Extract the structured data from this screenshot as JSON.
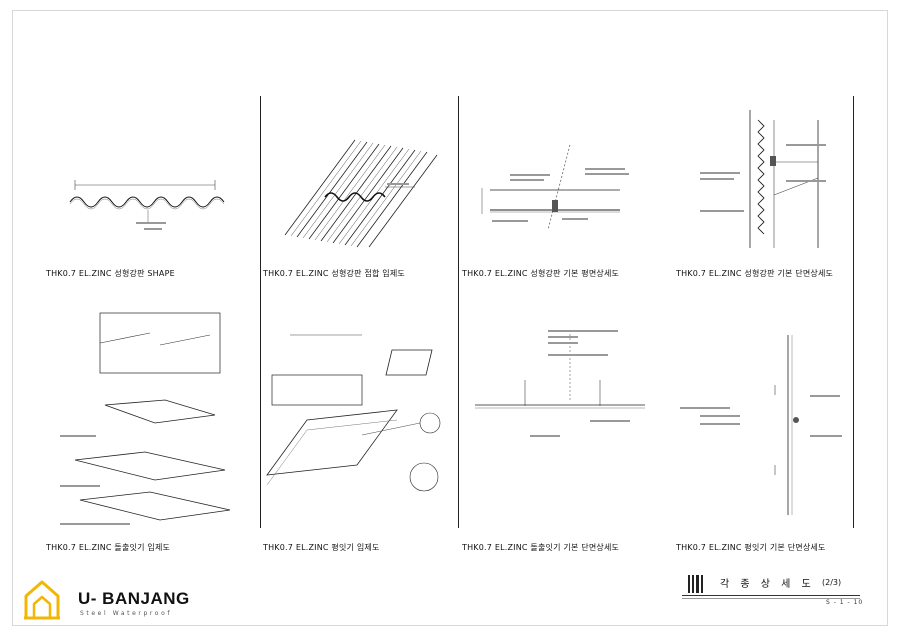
{
  "panels": [
    {
      "caption": "THK0.7 EL.ZINC 성형강판 SHAPE"
    },
    {
      "caption": "THK0.7 EL.ZINC 성형강판 접합 입제도"
    },
    {
      "caption": "THK0.7 EL.ZINC 성형강판 기본 평면상세도"
    },
    {
      "caption": "THK0.7 EL.ZINC 성형강판 기본 단면상세도"
    },
    {
      "caption": "THK0.7 EL.ZINC 돌출잇기 입제도"
    },
    {
      "caption": "THK0.7 EL.ZINC 평잇기 입제도"
    },
    {
      "caption": "THK0.7 EL.ZINC 돌출잇기 기본 단면상세도"
    },
    {
      "caption": "THK0.7 EL.ZINC 평잇기 기본 단면상세도"
    }
  ],
  "brand": {
    "name": "U- BANJANG",
    "tagline": "Steel Waterproof"
  },
  "title_block": {
    "title": "각 종 상 세 도",
    "number": "(2/3)",
    "code": "S - 1 - 10"
  },
  "colors": {
    "logo": "#f2b705",
    "line": "#222222"
  }
}
